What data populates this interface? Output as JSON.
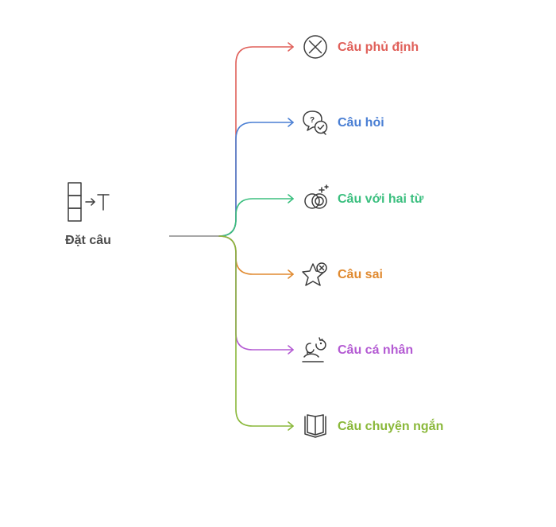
{
  "root": {
    "label": "Đặt câu",
    "icon": "grid-to-text-icon"
  },
  "trunk_color": "#8a8a8a",
  "branches": [
    {
      "label": "Câu phủ định",
      "color": "#e0605a",
      "icon": "circle-x-icon"
    },
    {
      "label": "Câu hỏi",
      "color": "#4a7fd4",
      "icon": "chat-bubbles-icon"
    },
    {
      "label": "Câu với hai từ",
      "color": "#3bbf7f",
      "icon": "rings-sparkle-icon"
    },
    {
      "label": "Câu sai",
      "color": "#e08a30",
      "icon": "star-x-icon"
    },
    {
      "label": "Câu cá nhân",
      "color": "#b45bd3",
      "icon": "person-refresh-icon"
    },
    {
      "label": "Câu chuyện ngắn",
      "color": "#8ab83a",
      "icon": "open-book-icon"
    }
  ]
}
